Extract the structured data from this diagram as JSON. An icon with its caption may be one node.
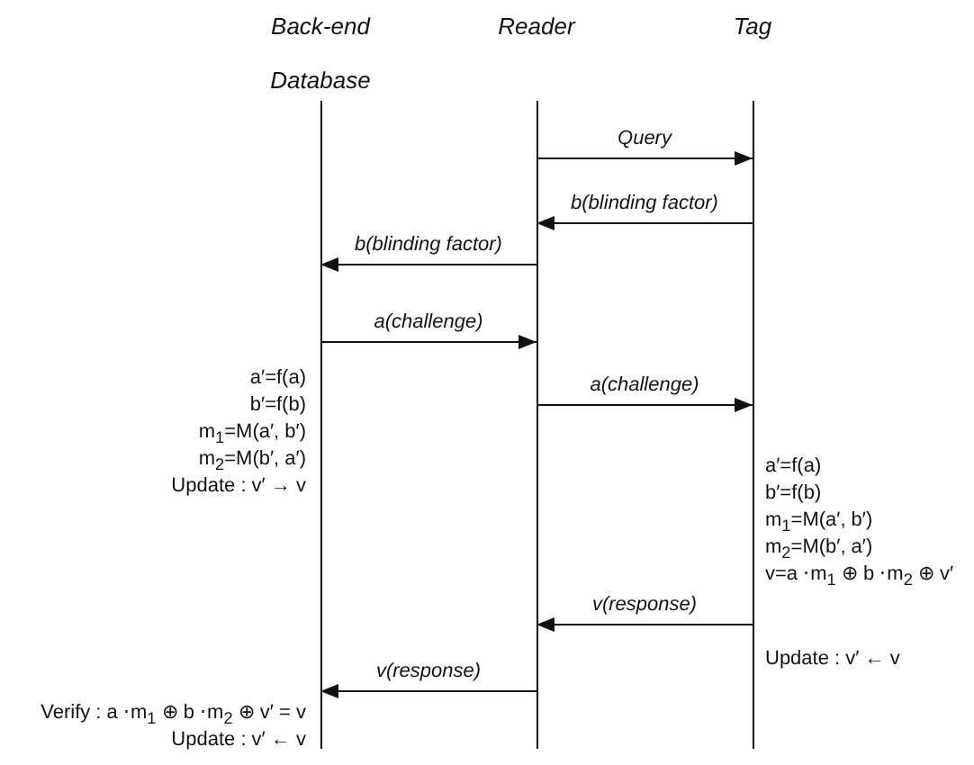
{
  "diagram": {
    "nodes": [
      {
        "text": [
          "Back-end Database"
        ]
      },
      {
        "text": [
          "Reader"
        ]
      },
      {
        "text": [
          "Tag"
        ]
      }
    ],
    "edges": [
      {
        "from": 1,
        "to": 2,
        "arrow": "to",
        "label": "Query"
      },
      {
        "from": 2,
        "to": 1,
        "arrow": "to",
        "label": "b(blinding factor)"
      },
      {
        "from": 1,
        "to": 0,
        "arrow": "to",
        "label": "b(blinding factor)"
      },
      {
        "from": 0,
        "to": 1,
        "arrow": "to",
        "label": "a(challenge)"
      },
      {
        "from": 1,
        "to": 2,
        "arrow": "to",
        "label": "a(challenge)"
      },
      {
        "from": 2,
        "to": 1,
        "arrow": "to",
        "label": "v(response)"
      },
      {
        "from": 1,
        "to": 0,
        "arrow": "to",
        "label": "v(response)"
      }
    ],
    "labels": [
      "a′=f(a)",
      "b′=f(b)",
      "m$_{1}$=M(a′, b′)",
      "m$_{2}$=M(b′, a′)",
      "Update : v′ → v",
      "a′=f(a)",
      "b′=f(b)",
      "m$_{1}$=M(a′, b′)",
      "m$_{2}$=M(b′, a′)",
      "v=a ⋅m$_{1}$ ⊕ b ⋅m$_{2}$ ⊕ v′",
      "Update : v′ ← v",
      "Verify : a ⋅m$_{1}$ ⊕  b ⋅m$_{2}$ ⊕ v′ = v",
      "Update : v′ ← v"
    ]
  }
}
